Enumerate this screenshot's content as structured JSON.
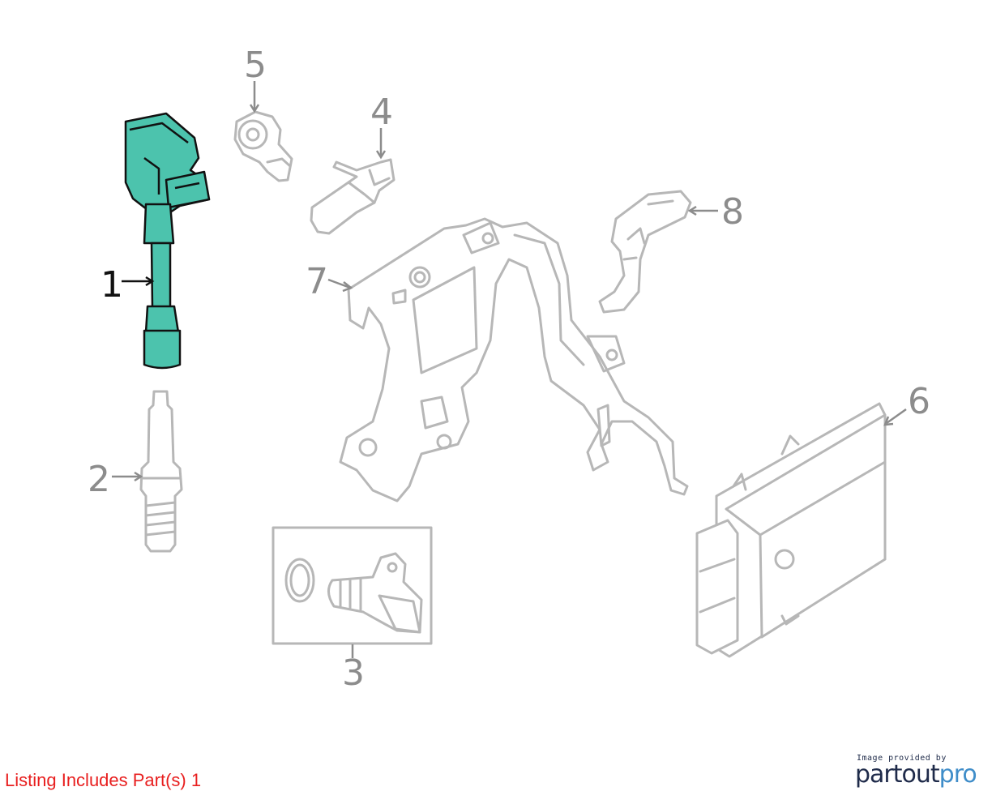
{
  "colors": {
    "highlight": "#4cc3ad",
    "outline": "#b7b7b7",
    "callout": "#8c8c8c",
    "listing": "#e81f1f",
    "logo_dark": "#1f2b4a",
    "logo_accent": "#3f8dc9"
  },
  "callouts": {
    "c1": "1",
    "c2": "2",
    "c3": "3",
    "c4": "4",
    "c5": "5",
    "c6": "6",
    "c7": "7",
    "c8": "8"
  },
  "highlighted_part": "1",
  "listing_text": "Listing Includes Part(s) 1",
  "provider": {
    "caption": "Image provided by",
    "logo_part1": "partout",
    "logo_part2": "pro"
  }
}
